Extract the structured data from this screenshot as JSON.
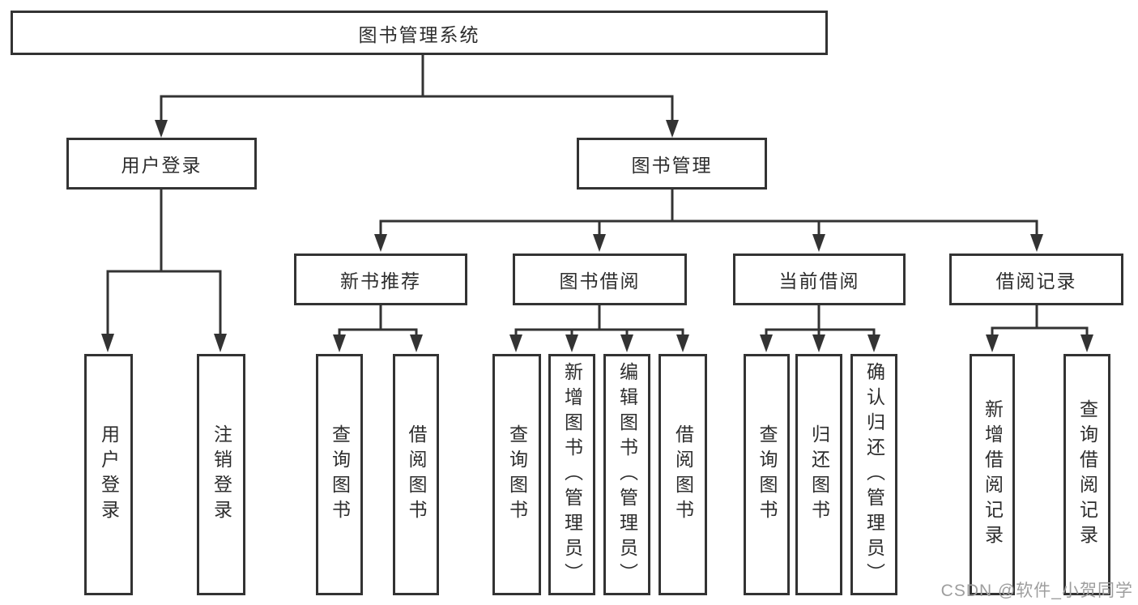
{
  "tree": {
    "label": "图书管理系统",
    "children": [
      {
        "label": "用户登录",
        "children": [
          {
            "label": "用户登录"
          },
          {
            "label": "注销登录"
          }
        ]
      },
      {
        "label": "图书管理",
        "children": [
          {
            "label": "新书推荐",
            "children": [
              {
                "label": "查询图书"
              },
              {
                "label": "借阅图书"
              }
            ]
          },
          {
            "label": "图书借阅",
            "children": [
              {
                "label": "查询图书"
              },
              {
                "label": "新增图书（管理员）"
              },
              {
                "label": "编辑图书（管理员）"
              },
              {
                "label": "借阅图书"
              }
            ]
          },
          {
            "label": "当前借阅",
            "children": [
              {
                "label": "查询图书"
              },
              {
                "label": "归还图书"
              },
              {
                "label": "确认归还（管理员）"
              }
            ]
          },
          {
            "label": "借阅记录",
            "children": [
              {
                "label": "新增借阅记录"
              },
              {
                "label": "查询借阅记录"
              }
            ]
          }
        ]
      }
    ]
  },
  "watermark": {
    "text": "CSDN @软件_小贺同学"
  },
  "colors": {
    "line": "#333333",
    "text": "#2d2d2d",
    "watermark": "#9e9e9e",
    "background": "#ffffff"
  }
}
